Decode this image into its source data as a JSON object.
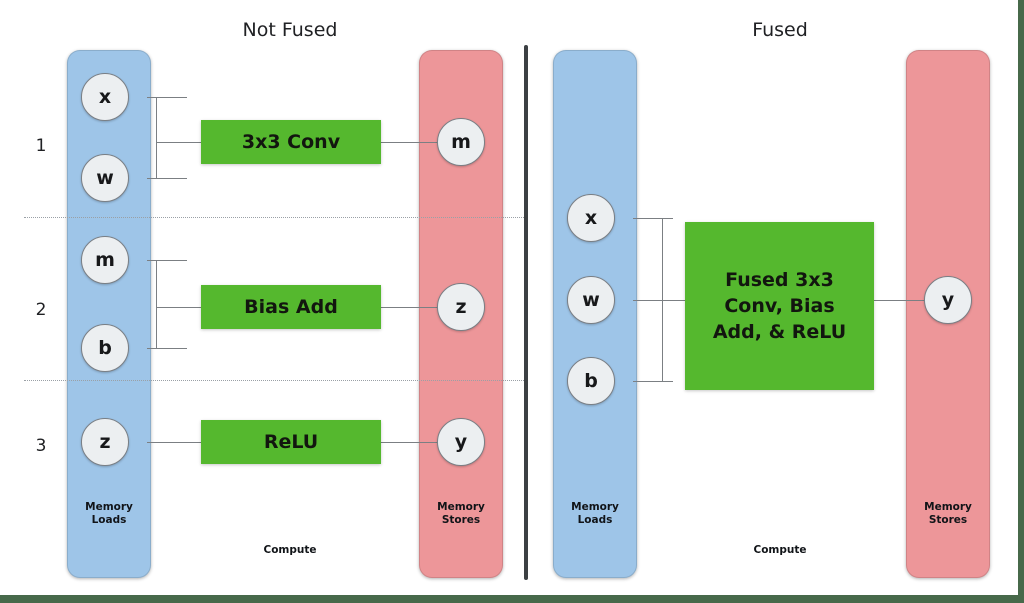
{
  "figure": {
    "title_left": "Not Fused",
    "title_right": "Fused",
    "compute_label": "Compute",
    "memory_loads_label_line1": "Memory",
    "memory_loads_label_line2": "Loads",
    "memory_stores_label_line1": "Memory",
    "memory_stores_label_line2": "Stores"
  },
  "colors": {
    "memory_loads": "#9ec5e8",
    "memory_stores": "#ed9699",
    "op_box": "#55b82e",
    "node_fill": "#eceff1",
    "wire": "#7b7f83",
    "divider": "#3c4043",
    "frame": "#47694a"
  },
  "not_fused": {
    "row_indices": [
      "1",
      "2",
      "3"
    ],
    "rows": [
      {
        "index": "1",
        "loads": [
          "x",
          "w"
        ],
        "op": "3x3 Conv",
        "stores": [
          "m"
        ]
      },
      {
        "index": "2",
        "loads": [
          "m",
          "b"
        ],
        "op": "Bias Add",
        "stores": [
          "z"
        ]
      },
      {
        "index": "3",
        "loads": [
          "z"
        ],
        "op": "ReLU",
        "stores": [
          "y"
        ]
      }
    ]
  },
  "fused": {
    "loads": [
      "x",
      "w",
      "b"
    ],
    "op_line1": "Fused 3x3",
    "op_line2": "Conv, Bias",
    "op_line3": "Add, & ReLU",
    "stores": [
      "y"
    ]
  }
}
